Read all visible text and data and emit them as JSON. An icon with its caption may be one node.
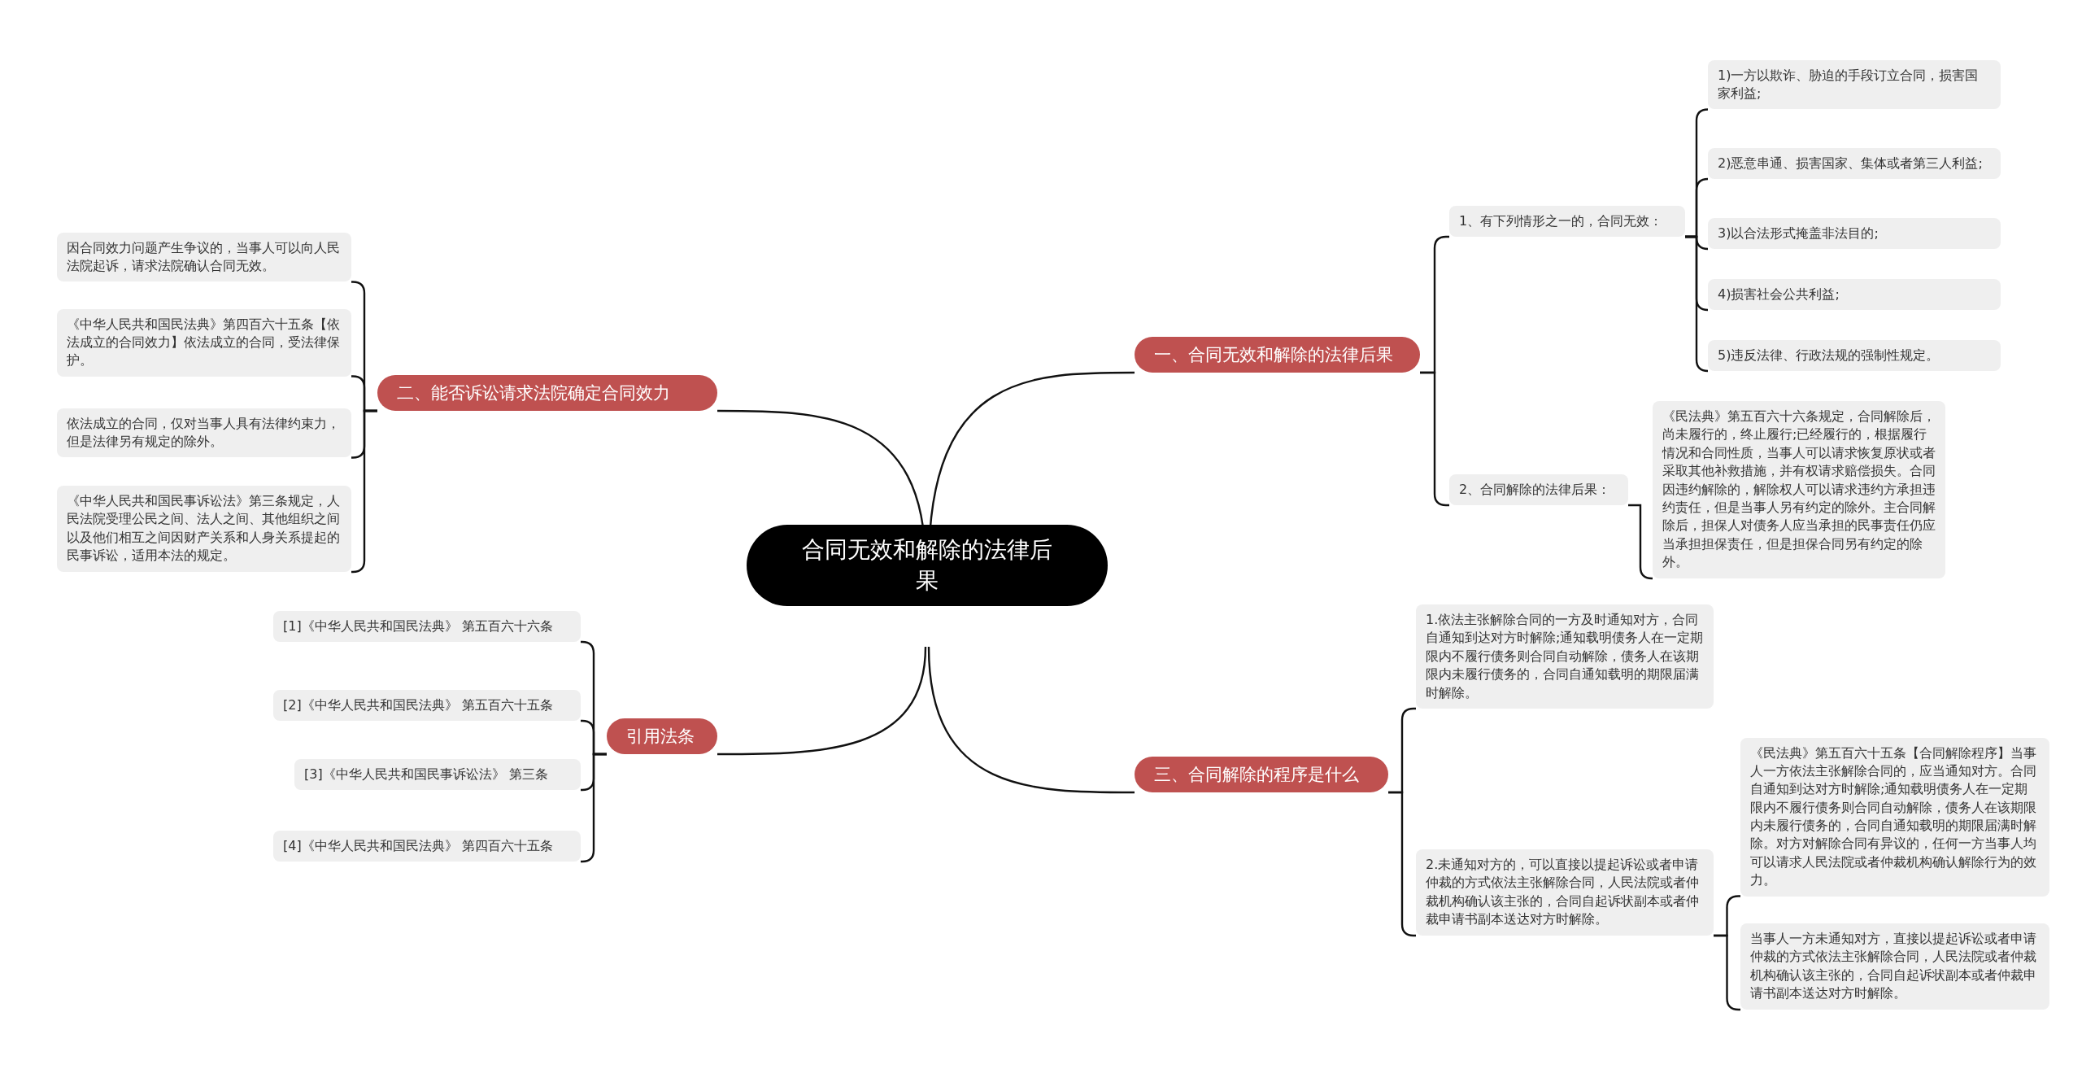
{
  "diagram": {
    "nodes": [
      {
        "text": [
          "合同无效和解除的法律后果"
        ]
      },
      {
        "text": [
          "一、合同无效和解除的法律后果"
        ]
      },
      {
        "text": [
          "1、有下列情形之一的，合同无效："
        ]
      },
      {
        "text": [
          "1)一方以欺诈、胁迫的手段订立合同，损害国家利益;"
        ]
      },
      {
        "text": [
          "2)恶意串通、损害国家、集体或者第三人利益;"
        ]
      },
      {
        "text": [
          "3)以合法形式掩盖非法目的;"
        ]
      },
      {
        "text": [
          "4)损害社会公共利益;"
        ]
      },
      {
        "text": [
          "5)违反法律、行政法规的强制性规定。"
        ]
      },
      {
        "text": [
          "2、合同解除的法律后果："
        ]
      },
      {
        "text": [
          "《民法典》第五百六十六条规定，合同解除后，尚未履行的，终止履行;已经履行的，根据履行情况和合同性质，当事人可以请求恢复原状或者采取其他补救措施，并有权请求赔偿损失。合同因违约解除的，解除权人可以请求违约方承担违约责任，但是当事人另有约定的除外。主合同解除后，担保人对债务人应当承担的民事责任仍应当承担担保责任，但是担保合同另有约定的除外。"
        ]
      },
      {
        "text": [
          "三、合同解除的程序是什么"
        ]
      },
      {
        "text": [
          "1.依法主张解除合同的一方及时通知对方，合同自通知到达对方时解除;通知载明债务人在一定期限内不履行债务则合同自动解除，债务人在该期限内未履行债务的，合同自通知载明的期限届满时解除。"
        ]
      },
      {
        "text": [
          "2.未通知对方的，可以直接以提起诉讼或者申请仲裁的方式依法主张解除合同，人民法院或者仲裁机构确认该主张的，合同自起诉状副本或者仲裁申请书副本送达对方时解除。"
        ]
      },
      {
        "text": [
          "《民法典》第五百六十五条【合同解除程序】当事人一方依法主张解除合同的，应当通知对方。合同自通知到达对方时解除;通知载明债务人在一定期限内不履行债务则合同自动解除，债务人在该期限内未履行债务的，合同自通知载明的期限届满时解除。对方对解除合同有异议的，任何一方当事人均可以请求人民法院或者仲裁机构确认解除行为的效力。"
        ]
      },
      {
        "text": [
          "当事人一方未通知对方，直接以提起诉讼或者申请仲裁的方式依法主张解除合同，人民法院或者仲裁机构确认该主张的，合同自起诉状副本或者仲裁申请书副本送达对方时解除。"
        ]
      },
      {
        "text": [
          "二、能否诉讼请求法院确定合同效力"
        ]
      },
      {
        "text": [
          "因合同效力问题产生争议的，当事人可以向人民法院起诉，请求法院确认合同无效。"
        ]
      },
      {
        "text": [
          "《中华人民共和国民法典》第四百六十五条【依法成立的合同效力】依法成立的合同，受法律保护。"
        ]
      },
      {
        "text": [
          "依法成立的合同，仅对当事人具有法律约束力，但是法律另有规定的除外。"
        ]
      },
      {
        "text": [
          "《中华人民共和国民事诉讼法》第三条规定，人民法院受理公民之间、法人之间、其他组织之间以及他们相互之间因财产关系和人身关系提起的民事诉讼，适用本法的规定。"
        ]
      },
      {
        "text": [
          "引用法条"
        ]
      },
      {
        "text": [
          "[1]《中华人民共和国民法典》 第五百六十六条"
        ]
      },
      {
        "text": [
          "[2]《中华人民共和国民法典》 第五百六十五条"
        ]
      },
      {
        "text": [
          "[3]《中华人民共和国民事诉讼法》 第三条"
        ]
      },
      {
        "text": [
          "[4]《中华人民共和国民法典》 第四百六十五条"
        ]
      }
    ],
    "edges": [
      {
        "from": 0,
        "to": 1,
        "arrow": "none"
      },
      {
        "from": 1,
        "to": 2,
        "arrow": "none"
      },
      {
        "from": 2,
        "to": 3,
        "arrow": "none"
      },
      {
        "from": 2,
        "to": 4,
        "arrow": "none"
      },
      {
        "from": 2,
        "to": 5,
        "arrow": "none"
      },
      {
        "from": 2,
        "to": 6,
        "arrow": "none"
      },
      {
        "from": 2,
        "to": 7,
        "arrow": "none"
      },
      {
        "from": 1,
        "to": 8,
        "arrow": "none"
      },
      {
        "from": 8,
        "to": 9,
        "arrow": "none"
      },
      {
        "from": 0,
        "to": 10,
        "arrow": "none"
      },
      {
        "from": 10,
        "to": 11,
        "arrow": "none"
      },
      {
        "from": 10,
        "to": 12,
        "arrow": "none"
      },
      {
        "from": 12,
        "to": 13,
        "arrow": "none"
      },
      {
        "from": 12,
        "to": 14,
        "arrow": "none"
      },
      {
        "from": 0,
        "to": 15,
        "arrow": "none"
      },
      {
        "from": 15,
        "to": 16,
        "arrow": "none"
      },
      {
        "from": 15,
        "to": 17,
        "arrow": "none"
      },
      {
        "from": 15,
        "to": 18,
        "arrow": "none"
      },
      {
        "from": 15,
        "to": 19,
        "arrow": "none"
      },
      {
        "from": 0,
        "to": 20,
        "arrow": "none"
      },
      {
        "from": 20,
        "to": 21,
        "arrow": "none"
      },
      {
        "from": 20,
        "to": 22,
        "arrow": "none"
      },
      {
        "from": 20,
        "to": 23,
        "arrow": "none"
      },
      {
        "from": 20,
        "to": 24,
        "arrow": "none"
      }
    ]
  }
}
